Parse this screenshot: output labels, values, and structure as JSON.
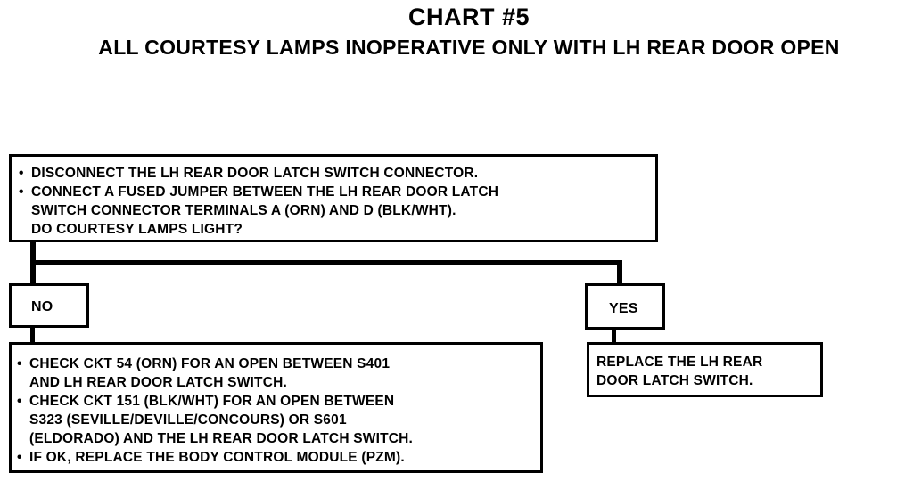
{
  "header": {
    "title": "CHART #5",
    "subtitle": "ALL COURTESY LAMPS INOPERATIVE ONLY WITH LH REAR DOOR OPEN"
  },
  "start": {
    "steps": [
      "DISCONNECT THE LH REAR DOOR LATCH SWITCH CONNECTOR.",
      "CONNECT A FUSED JUMPER BETWEEN THE LH REAR DOOR LATCH\nSWITCH CONNECTOR TERMINALS A (ORN) AND D (BLK/WHT)."
    ],
    "question": "DO COURTESY LAMPS LIGHT?"
  },
  "branches": {
    "no_label": "NO",
    "yes_label": "YES"
  },
  "no_result": {
    "steps": [
      "CHECK CKT 54 (ORN) FOR AN OPEN BETWEEN S401\nAND LH REAR DOOR LATCH SWITCH.",
      "CHECK CKT 151 (BLK/WHT) FOR AN OPEN BETWEEN\nS323 (SEVILLE/DEVILLE/CONCOURS) OR S601\n(ELDORADO) AND THE LH REAR DOOR LATCH SWITCH.",
      "IF OK, REPLACE THE BODY CONTROL MODULE (PZM)."
    ]
  },
  "yes_result": {
    "text": "REPLACE THE LH REAR\nDOOR LATCH SWITCH."
  }
}
